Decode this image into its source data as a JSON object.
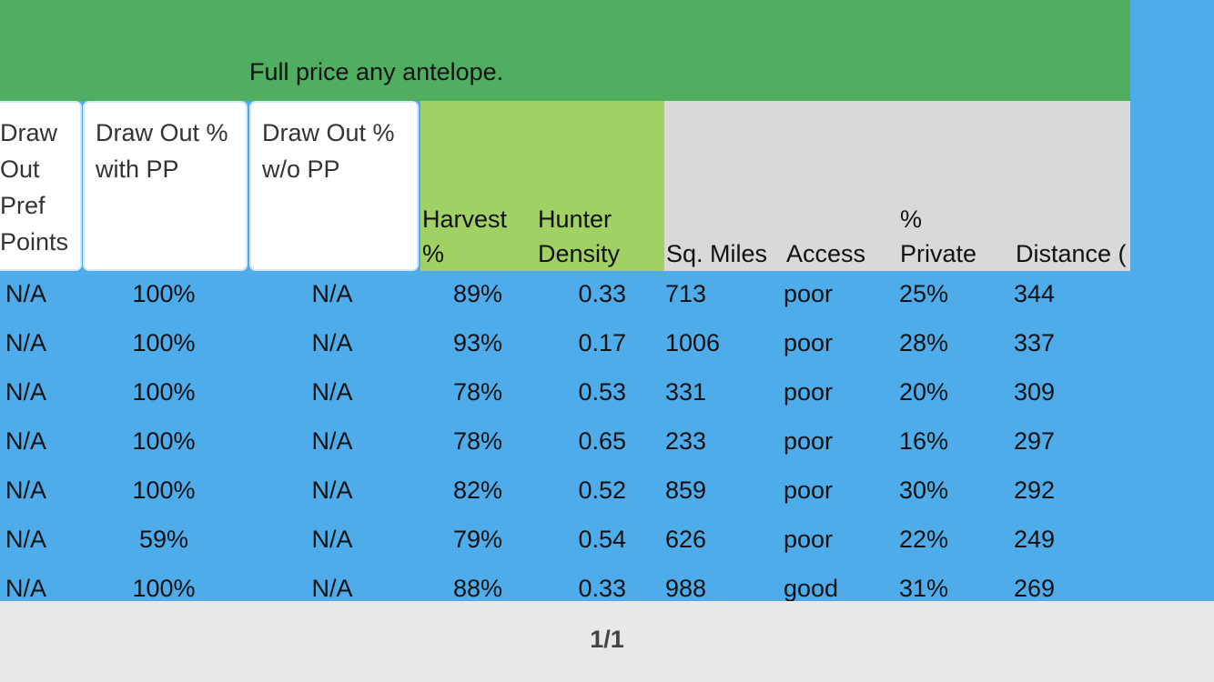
{
  "banner": {
    "title": "Full price any antelope."
  },
  "headers": {
    "draw_out_pref": "Draw Out Pref Points",
    "draw_out_pp": "Draw Out % with PP",
    "draw_out_wo_pp": "Draw Out % w/o PP",
    "harvest": "Harvest %",
    "hunter_density": "Hunter Density",
    "sq_miles": "Sq. Miles",
    "access": "Access",
    "private": "% Private",
    "distance": "Distance ("
  },
  "rows": [
    [
      "N/A",
      "100%",
      "N/A",
      "89%",
      "0.33",
      "713",
      "poor",
      "25%",
      "344"
    ],
    [
      "N/A",
      "100%",
      "N/A",
      "93%",
      "0.17",
      "1006",
      "poor",
      "28%",
      "337"
    ],
    [
      "N/A",
      "100%",
      "N/A",
      "78%",
      "0.53",
      "331",
      "poor",
      "20%",
      "309"
    ],
    [
      "N/A",
      "100%",
      "N/A",
      "78%",
      "0.65",
      "233",
      "poor",
      "16%",
      "297"
    ],
    [
      "N/A",
      "100%",
      "N/A",
      "82%",
      "0.52",
      "859",
      "poor",
      "30%",
      "292"
    ],
    [
      "N/A",
      "59%",
      "N/A",
      "79%",
      "0.54",
      "626",
      "poor",
      "22%",
      "249"
    ],
    [
      "N/A",
      "100%",
      "N/A",
      "88%",
      "0.33",
      "988",
      "good",
      "31%",
      "269"
    ]
  ],
  "footer": {
    "page_indicator": "1/1"
  }
}
